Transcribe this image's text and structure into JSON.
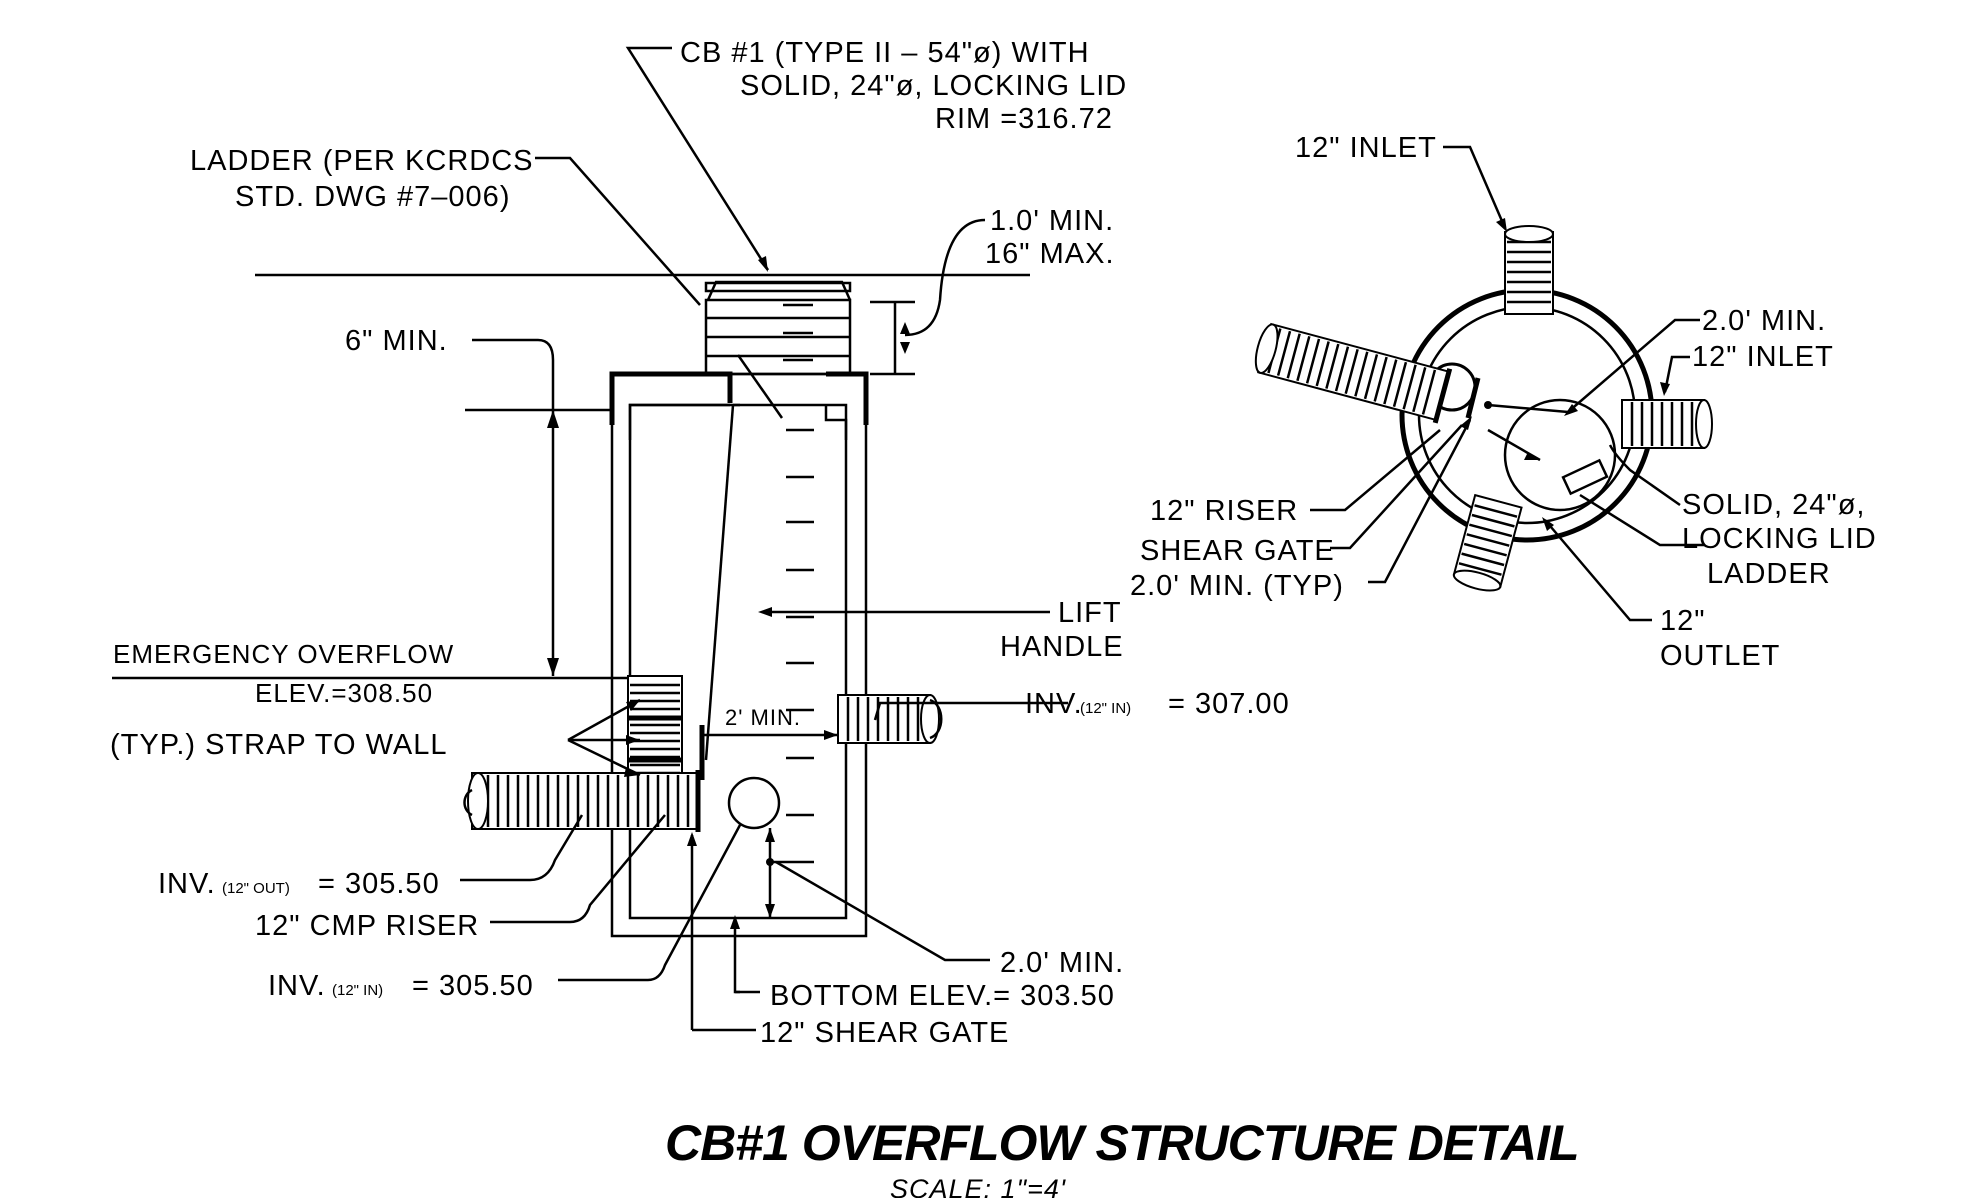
{
  "labels": {
    "cb_line1": "CB #1 (TYPE II – 54\"ø) WITH",
    "cb_line2": "SOLID, 24\"ø, LOCKING LID",
    "cb_line3": "RIM =316.72",
    "ladder_line1": "LADDER (PER KCRDCS",
    "ladder_line2": "STD. DWG #7–006)",
    "min_1": "1.0' MIN.",
    "max_16": "16\" MAX.",
    "six_min": "6\" MIN.",
    "lift": "LIFT",
    "handle": "HANDLE",
    "emerg": "EMERGENCY OVERFLOW",
    "emerg_elev": "ELEV.=308.50",
    "strap": "(TYP.) STRAP TO WALL",
    "two_min_inner": "2' MIN.",
    "inv_in_a": "INV.",
    "inv_in_small": "(12\" IN)",
    "inv_in_val": "= 307.00",
    "inv_out_a": "INV.",
    "inv_out_small": "(12\" OUT)",
    "inv_out_val": "= 305.50",
    "cmp_riser": "12\" CMP RISER",
    "inv_in2_a": "INV.",
    "inv_in2_small": "(12\" IN)",
    "inv_in2_val": "= 305.50",
    "two_min_b": "2.0' MIN.",
    "bottom": "BOTTOM ELEV.= 303.50",
    "shear": "12\" SHEAR GATE",
    "p_inlet_top": "12\" INLET",
    "p_two_min": "2.0' MIN.",
    "p_inlet_r": "12\" INLET",
    "p_solid1": "SOLID, 24\"ø,",
    "p_solid2": "LOCKING LID",
    "p_ladder": "LADDER",
    "p_outlet1": "12\"",
    "p_outlet2": "OUTLET",
    "p_riser": "12\" RISER",
    "p_shear": "SHEAR GATE",
    "p_min_typ": "2.0' MIN. (TYP)"
  },
  "title": "CB#1 OVERFLOW STRUCTURE DETAIL",
  "scale": "SCALE: 1\"=4'"
}
